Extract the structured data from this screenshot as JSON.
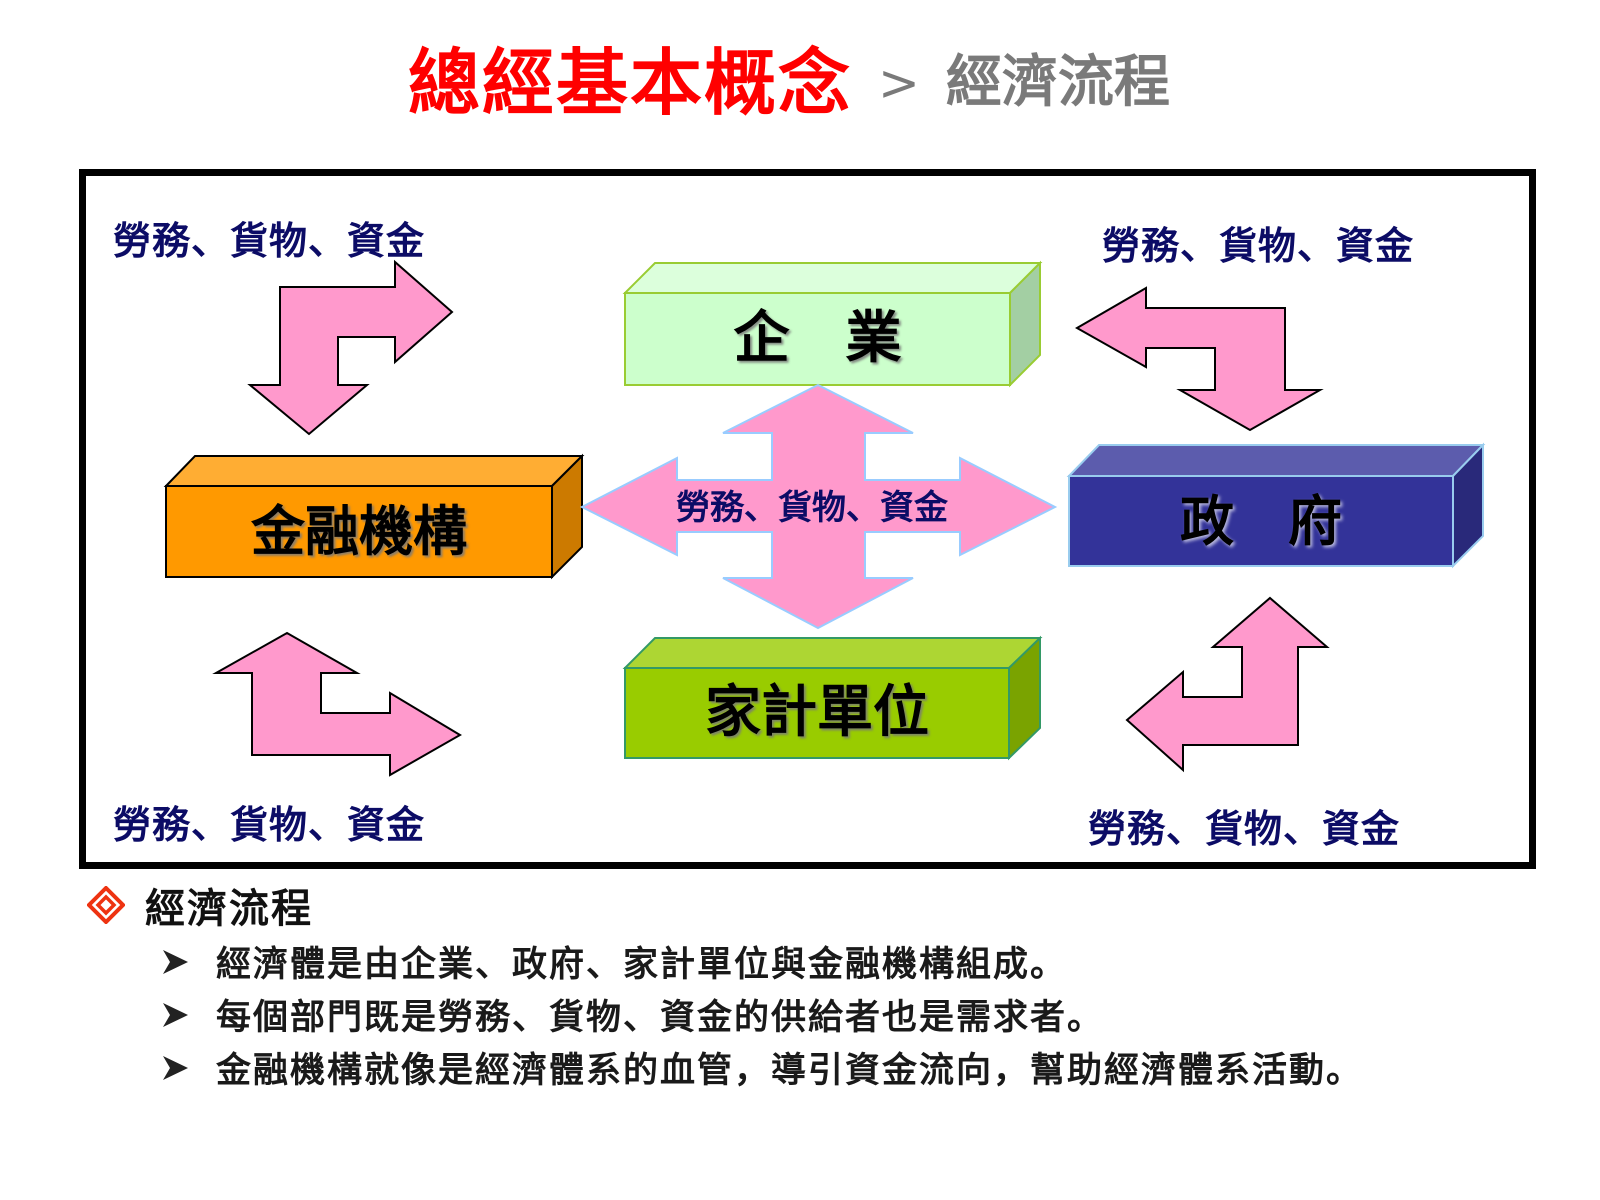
{
  "header": {
    "title": "總經基本概念",
    "separator": ">",
    "subtitle": "經濟流程"
  },
  "diagram": {
    "entities": {
      "enterprise": "企　業",
      "financial_institutions": "金融機構",
      "government": "政　府",
      "households": "家計單位"
    },
    "flow_labels": {
      "top_left": "勞務、貨物、資金",
      "top_right": "勞務、貨物、資金",
      "bottom_left": "勞務、貨物、資金",
      "bottom_right": "勞務、貨物、資金",
      "center": "勞務、貨物、資金"
    },
    "colors": {
      "enterprise_front": "#ccffcc",
      "enterprise_top": "#dcffdc",
      "enterprise_side": "#a3cfa3",
      "enterprise_border": "#99cc33",
      "financial_front": "#ff9900",
      "financial_top": "#ffad33",
      "financial_side": "#cc7a00",
      "government_front": "#333399",
      "government_top": "#5c5cad",
      "government_side": "#29297a",
      "government_border": "#99ccee",
      "households_front": "#99cc00",
      "households_top": "#add633",
      "households_side": "#7aa300",
      "households_border": "#339966",
      "arrow_fill": "#ff99cc",
      "label_color": "#0c0c66"
    }
  },
  "section": {
    "icon": "diamond-target-icon",
    "title": "經濟流程",
    "bullet_icon": "arrowhead-bullet-icon",
    "bullets": [
      "經濟體是由企業、政府、家計單位與金融機構組成。",
      "每個部門既是勞務、貨物、資金的供給者也是需求者。",
      "金融機構就像是經濟體系的血管，導引資金流向，幫助經濟體系活動。"
    ]
  }
}
